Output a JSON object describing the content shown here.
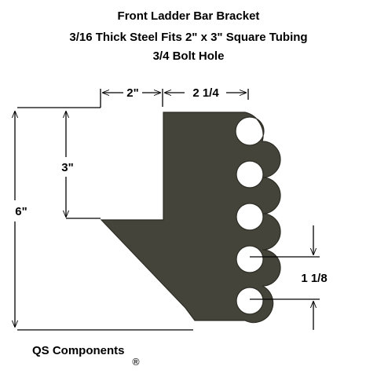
{
  "title": {
    "line1": "Front Ladder Bar Bracket",
    "line2": "3/16 Thick Steel Fits 2\" x 3\" Square Tubing",
    "line3": "3/4 Bolt Hole"
  },
  "dimensions": {
    "top_left": "2\"",
    "top_right": "2 1/4",
    "left_inner": "3\"",
    "left_outer": "6\"",
    "hole_spacing": "1 1/8"
  },
  "brand": {
    "name": "QS Components",
    "registered_mark": "®"
  },
  "colors": {
    "steel": "#45443a",
    "steel_edge": "#2c2b24",
    "line": "#000000",
    "background": "#ffffff"
  }
}
